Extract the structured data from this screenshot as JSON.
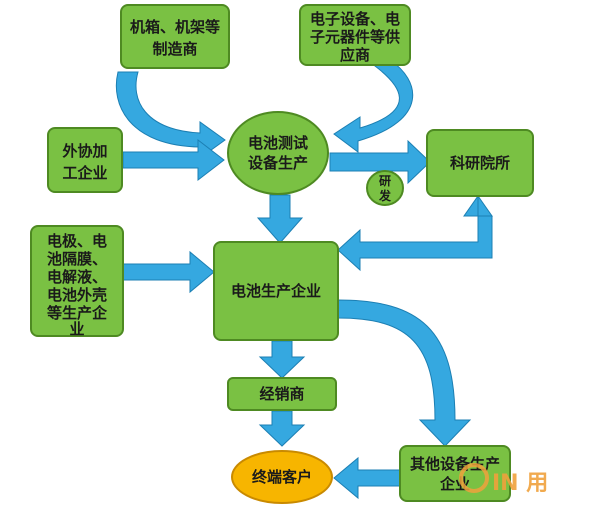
{
  "nodes": {
    "cabinet_rack_maker": [
      "机箱、机架等",
      "制造商"
    ],
    "electronics_supplier": [
      "电子设备、电",
      "子元器件等供",
      "应商"
    ],
    "outsourcing_processing": [
      "外协加",
      "工企业"
    ],
    "battery_test_equipment": [
      "电池测试",
      "设备生产"
    ],
    "research_institutes": [
      "科研院所"
    ],
    "rd_label": [
      "研",
      "发"
    ],
    "materials_makers": [
      "电极、电",
      "池隔膜、",
      "电解液、",
      "电池外壳",
      "等生产企",
      "业"
    ],
    "battery_producer": [
      "电池生产企业"
    ],
    "distributor": [
      "经销商"
    ],
    "end_customer": [
      "终端客户"
    ],
    "other_equipment": [
      "其他设备生产",
      "企业"
    ]
  },
  "watermark": {
    "text": "IN 用"
  },
  "colors": {
    "node_fill": "#7ac143",
    "node_stroke": "#4e8a22",
    "arrow_fill": "#35a8e0",
    "customer_fill": "#f7b500"
  }
}
